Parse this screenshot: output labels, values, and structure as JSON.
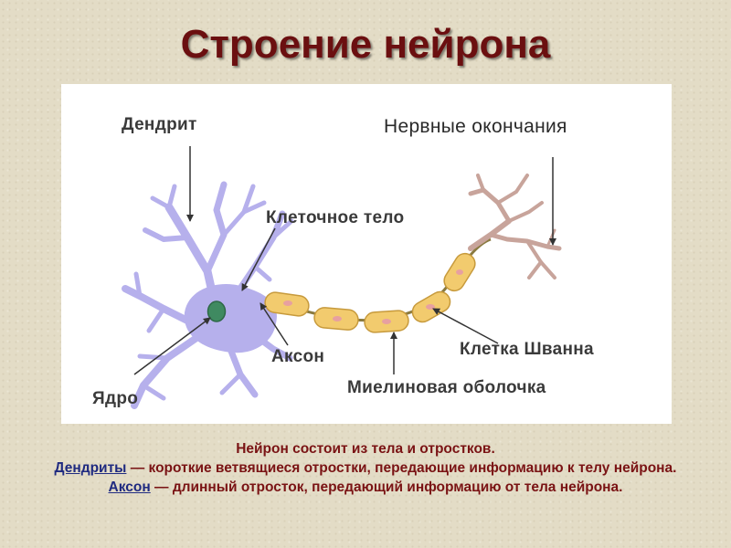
{
  "slide": {
    "title": "Строение нейрона"
  },
  "diagram": {
    "labels": {
      "dendrite": "Дендрит",
      "nerve_endings": "Нервные окончания",
      "cell_body": "Клеточное тело",
      "axon": "Аксон",
      "schwann_cell": "Клетка Шванна",
      "myelin_sheath": "Миелиновая оболочка",
      "nucleus": "Ядро"
    },
    "colors": {
      "dendrite_fill": "#b6b0ec",
      "nucleus_fill": "#3f8a61",
      "myelin_fill": "#f2cb6e",
      "terminal_fill": "#c8a49b"
    }
  },
  "caption": {
    "line1": "Нейрон состоит из тела и отростков.",
    "dendrites_term": "Дендриты",
    "dendrites_text": " — короткие ветвящиеся отростки, передающие информацию к телу нейрона.",
    "axon_term": "Аксон",
    "axon_text": " — длинный отросток, передающий информацию от тела нейрона."
  }
}
